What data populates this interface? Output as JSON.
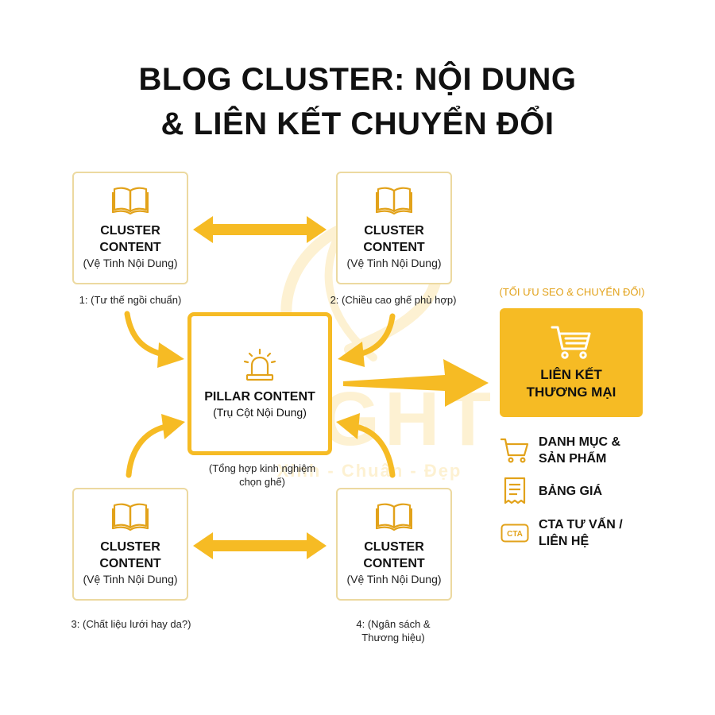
{
  "title": {
    "line1": "BLOG CLUSTER: NỘI DUNG",
    "line2": "& LIÊN KẾT CHUYỂN ĐỔI"
  },
  "watermark": {
    "brand": "LIGHT",
    "tagline": "Xinh - Chuẩn - Đẹp"
  },
  "clusters": [
    {
      "title_line1": "CLUSTER",
      "title_line2": "CONTENT",
      "subtitle": "(Vệ Tinh Nội Dung)",
      "caption": "1: (Tư thế ngồi chuẩn)",
      "icon": "book-icon"
    },
    {
      "title_line1": "CLUSTER",
      "title_line2": "CONTENT",
      "subtitle": "(Vệ Tinh Nội Dung)",
      "caption": "2: (Chiều cao ghế phù hợp)",
      "icon": "book-icon"
    },
    {
      "title_line1": "CLUSTER",
      "title_line2": "CONTENT",
      "subtitle": "(Vệ Tinh Nội Dung)",
      "caption": "3: (Chất liệu lưới hay da?)",
      "icon": "book-icon"
    },
    {
      "title_line1": "CLUSTER",
      "title_line2": "CONTENT",
      "subtitle": "(Vệ Tinh Nội Dung)",
      "caption_line1": "4: (Ngân sách &",
      "caption_line2": "Thương hiệu)",
      "icon": "book-icon"
    }
  ],
  "pillar": {
    "title": "PILLAR CONTENT",
    "subtitle": "(Trụ Cột Nội Dung)",
    "caption_line1": "(Tổng hợp kinh nghiệm",
    "caption_line2": "chọn ghế)",
    "icon": "siren-icon"
  },
  "commerce": {
    "label": "(TỐI ƯU SEO & CHUYỂN ĐỔI)",
    "title_line1": "LIÊN KẾT",
    "title_line2": "THƯƠNG MẠI",
    "icon": "cart-icon"
  },
  "links": [
    {
      "line1": "DANH MỤC &",
      "line2": "SẢN PHẨM",
      "icon": "cart-icon"
    },
    {
      "line1": "BẢNG GIÁ",
      "icon": "receipt-icon"
    },
    {
      "line1": "CTA TƯ VẤN /",
      "line2": "LIÊN HỆ",
      "icon": "cta-icon",
      "icon_text": "CTA"
    }
  ],
  "colors": {
    "accent": "#f6bb24",
    "border": "#ecd9a0",
    "icon": "#e2a21a",
    "text": "#111111"
  }
}
